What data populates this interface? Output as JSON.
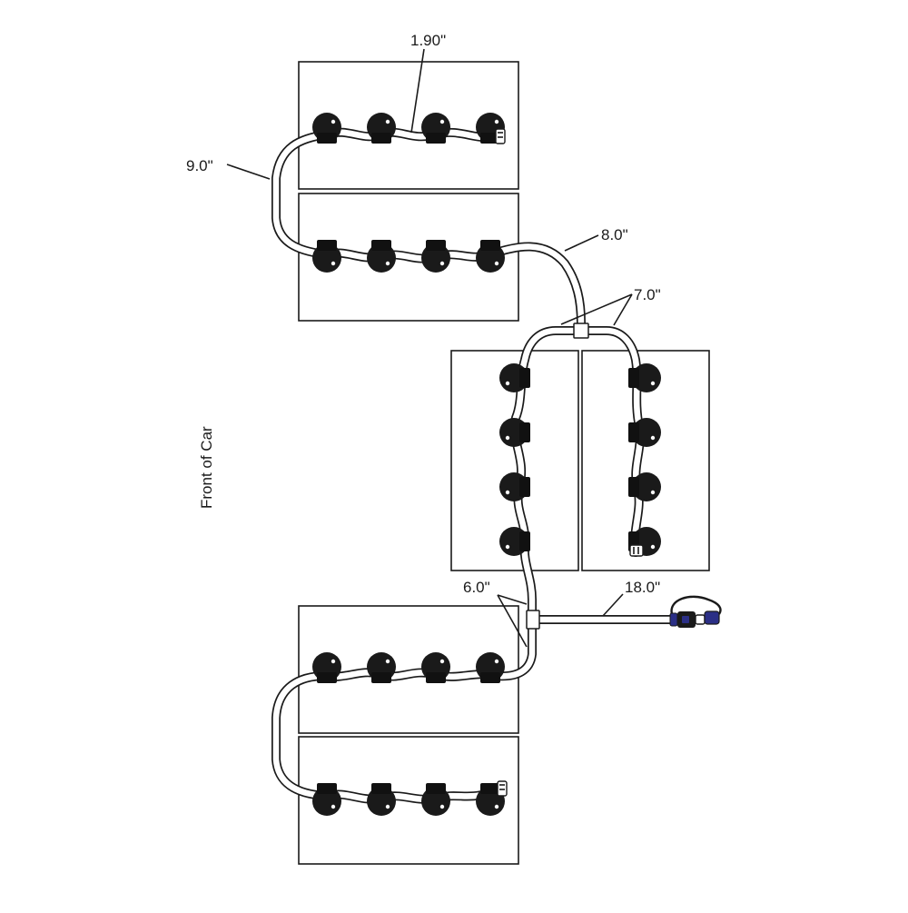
{
  "labels": {
    "front": "Front of Car",
    "dim_1": "1.90\"",
    "dim_2": "9.0\"",
    "dim_3": "8.0\"",
    "dim_4": "7.0\"",
    "dim_5": "6.0\"",
    "dim_6": "18.0\""
  },
  "colors": {
    "line": "#1a1a1a",
    "connector_accent": "#2b2f86"
  },
  "icons": {
    "cap": "battery-watering-cap-icon",
    "tee": "tee-fitting-icon",
    "plug": "fill-connector-icon"
  },
  "counts": {
    "batteries": 6,
    "caps_per_battery": 4
  }
}
